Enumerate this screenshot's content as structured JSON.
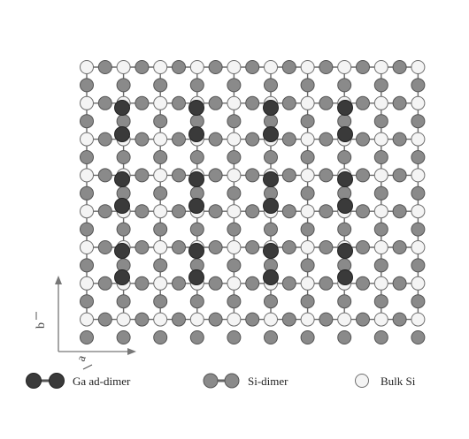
{
  "legend": {
    "ga_dimer_label": "Ga ad-dimer",
    "si_dimer_label": "Si-dimer",
    "bulk_si_label": "Bulk Si"
  },
  "axes": {
    "a_label": "a",
    "b_label": "b"
  },
  "colors": {
    "ga": "#3a3a3a",
    "si": "#8a8a8a",
    "bulk_fill": "#f4f4f4",
    "bulk_stroke": "#6f6f6f",
    "bond": "#6a6a6a"
  },
  "lattice": {
    "columns": 10,
    "rows": 8,
    "dimer_rows": 8
  }
}
